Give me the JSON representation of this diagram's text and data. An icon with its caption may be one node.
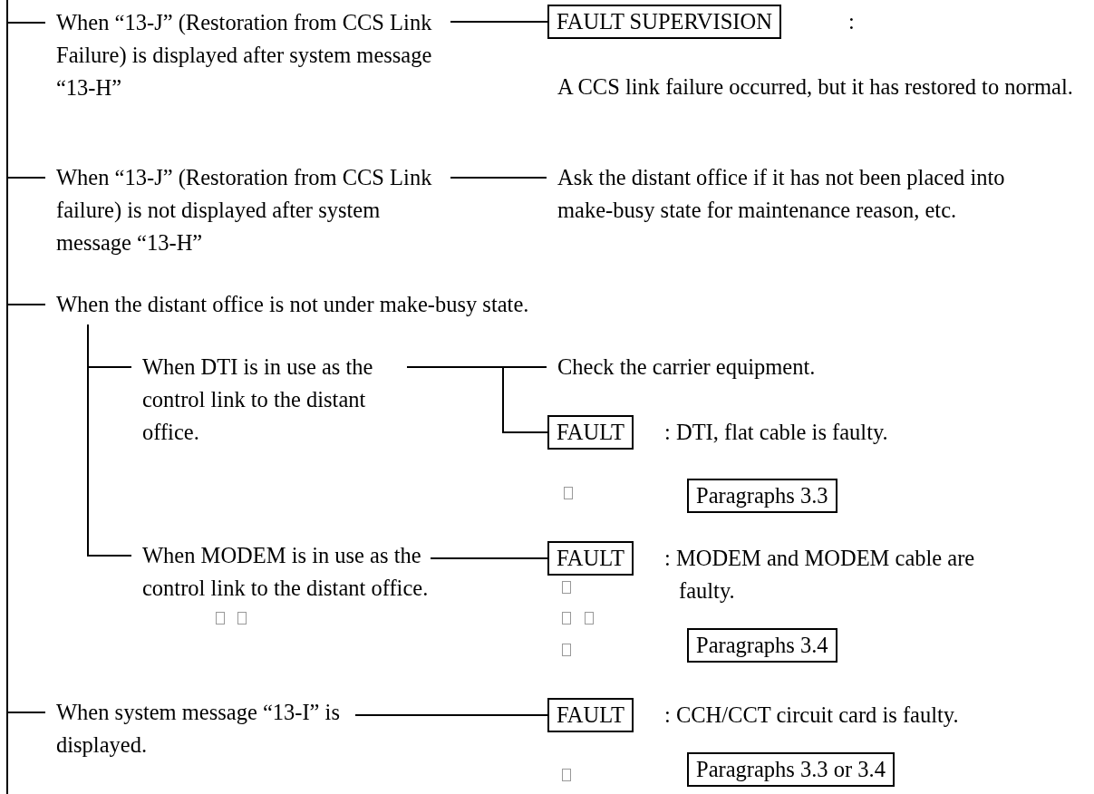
{
  "diagram": {
    "nodes": [
      {
        "text": [
          "When “13-J” (Restoration from CCS Link Failure) is displayed after system message “13-H”"
        ]
      },
      {
        "text": [
          "FAULT SUPERVISION"
        ],
        "beside": [
          ":"
        ]
      },
      {
        "text": [
          "When “13-J” (Restoration from CCS Link failure) is not displayed after system message “13-H”"
        ]
      },
      {
        "text": [
          "Ask the distant office if it has not been placed into make-busy state for maintenance reason, etc."
        ]
      },
      {
        "text": [
          "When the distant office is not under make-busy state."
        ]
      },
      {
        "text": [
          "When DTI is in use as the control link to the distant office."
        ]
      },
      {
        "text": [
          "Check the carrier equipment."
        ]
      },
      {
        "text": [
          "FAULT"
        ],
        "beside": [
          ": DTI, flat cable is faulty."
        ]
      },
      {
        "text": [
          "Paragraphs 3.3"
        ]
      },
      {
        "text": [
          "When MODEM is in use as the control link to the distant office."
        ]
      },
      {
        "text": [
          "FAULT"
        ],
        "beside": [
          ": MODEM and MODEM cable are faulty."
        ]
      },
      {
        "text": [
          "Paragraphs 3.4"
        ]
      },
      {
        "text": [
          "When system message “13-I” is displayed."
        ]
      },
      {
        "text": [
          "FAULT"
        ],
        "beside": [
          ": CCH/CCT circuit card is faulty."
        ]
      },
      {
        "text": [
          "Paragraphs 3.3 or 3.4"
        ]
      }
    ],
    "edges": [
      {
        "from": null,
        "to": 0,
        "arrow": "none"
      },
      {
        "from": null,
        "to": 2,
        "arrow": "none"
      },
      {
        "from": null,
        "to": 4,
        "arrow": "none"
      },
      {
        "from": null,
        "to": 12,
        "arrow": "none"
      },
      {
        "from": 0,
        "to": 1,
        "arrow": "none"
      },
      {
        "from": 2,
        "to": 3,
        "arrow": "none"
      },
      {
        "from": 4,
        "to": 5,
        "arrow": "none"
      },
      {
        "from": 4,
        "to": 9,
        "arrow": "none"
      },
      {
        "from": 5,
        "to": 6,
        "arrow": "none"
      },
      {
        "from": 5,
        "to": 7,
        "arrow": "none"
      },
      {
        "from": 9,
        "to": 10,
        "arrow": "none"
      },
      {
        "from": 12,
        "to": 13,
        "arrow": "none"
      }
    ],
    "labels": [
      "A CCS link failure occurred, but it has restored to normal."
    ]
  }
}
